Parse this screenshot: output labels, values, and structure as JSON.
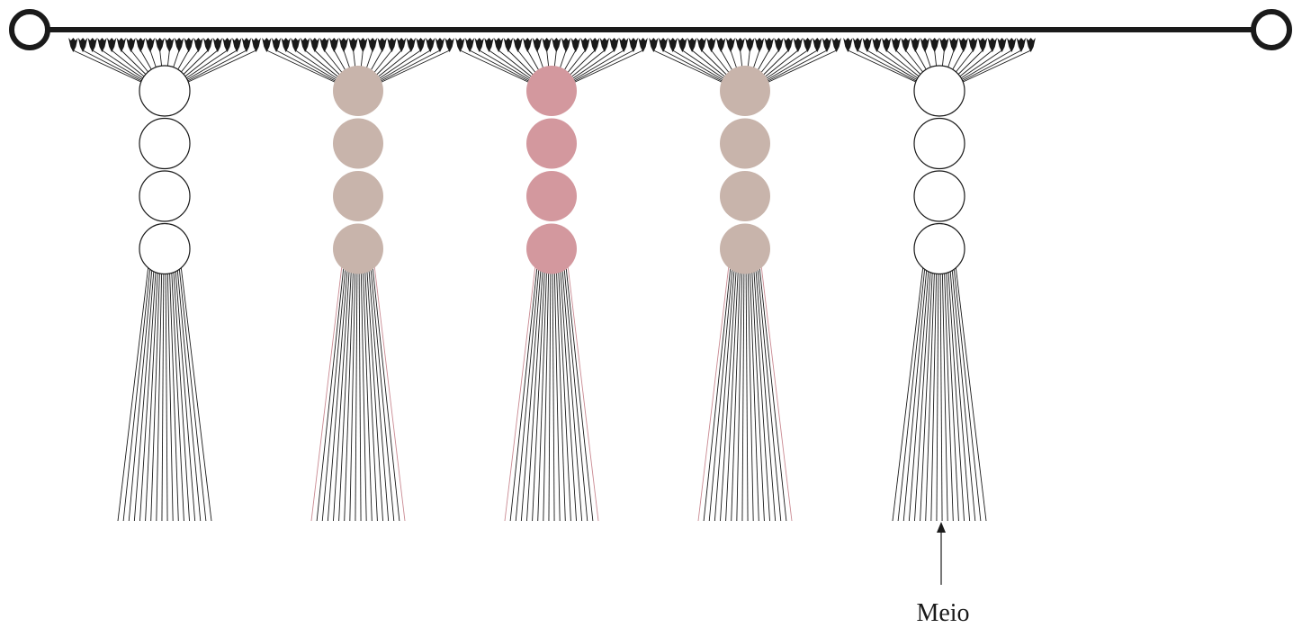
{
  "diagram": {
    "annotation_label": "Meio",
    "colors": {
      "rod": "#1a1a1a",
      "cord": "#1a1a1a",
      "bead_white": "#ffffff",
      "bead_beige": "#c8b4ab",
      "bead_pink": "#d3989e",
      "accent_cord": "#c98a92"
    },
    "tassels": [
      {
        "bead_color": "white",
        "bead_count": 4
      },
      {
        "bead_color": "beige",
        "bead_count": 4
      },
      {
        "bead_color": "pink",
        "bead_count": 4
      },
      {
        "bead_color": "beige",
        "bead_count": 4
      },
      {
        "bead_color": "white",
        "bead_count": 4
      }
    ]
  }
}
